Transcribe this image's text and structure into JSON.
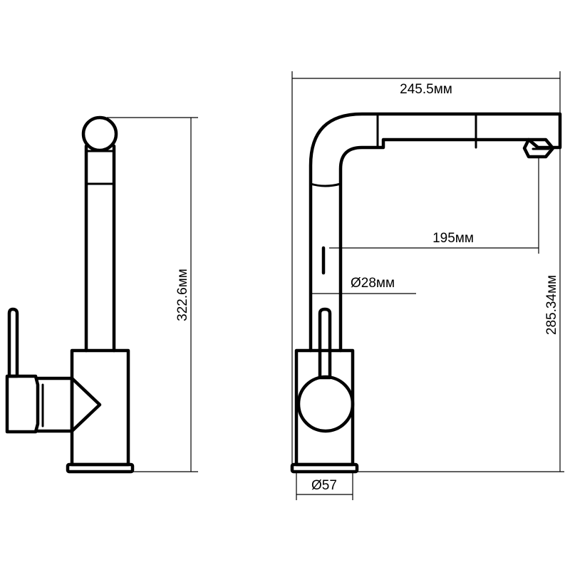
{
  "dimensions": {
    "overall_height": "322.6мм",
    "spout_reach_total": "245.5мм",
    "spout_reach": "195мм",
    "spout_height": "285.34мм",
    "spout_diameter": "Ø28мм",
    "base_diameter": "Ø57"
  }
}
